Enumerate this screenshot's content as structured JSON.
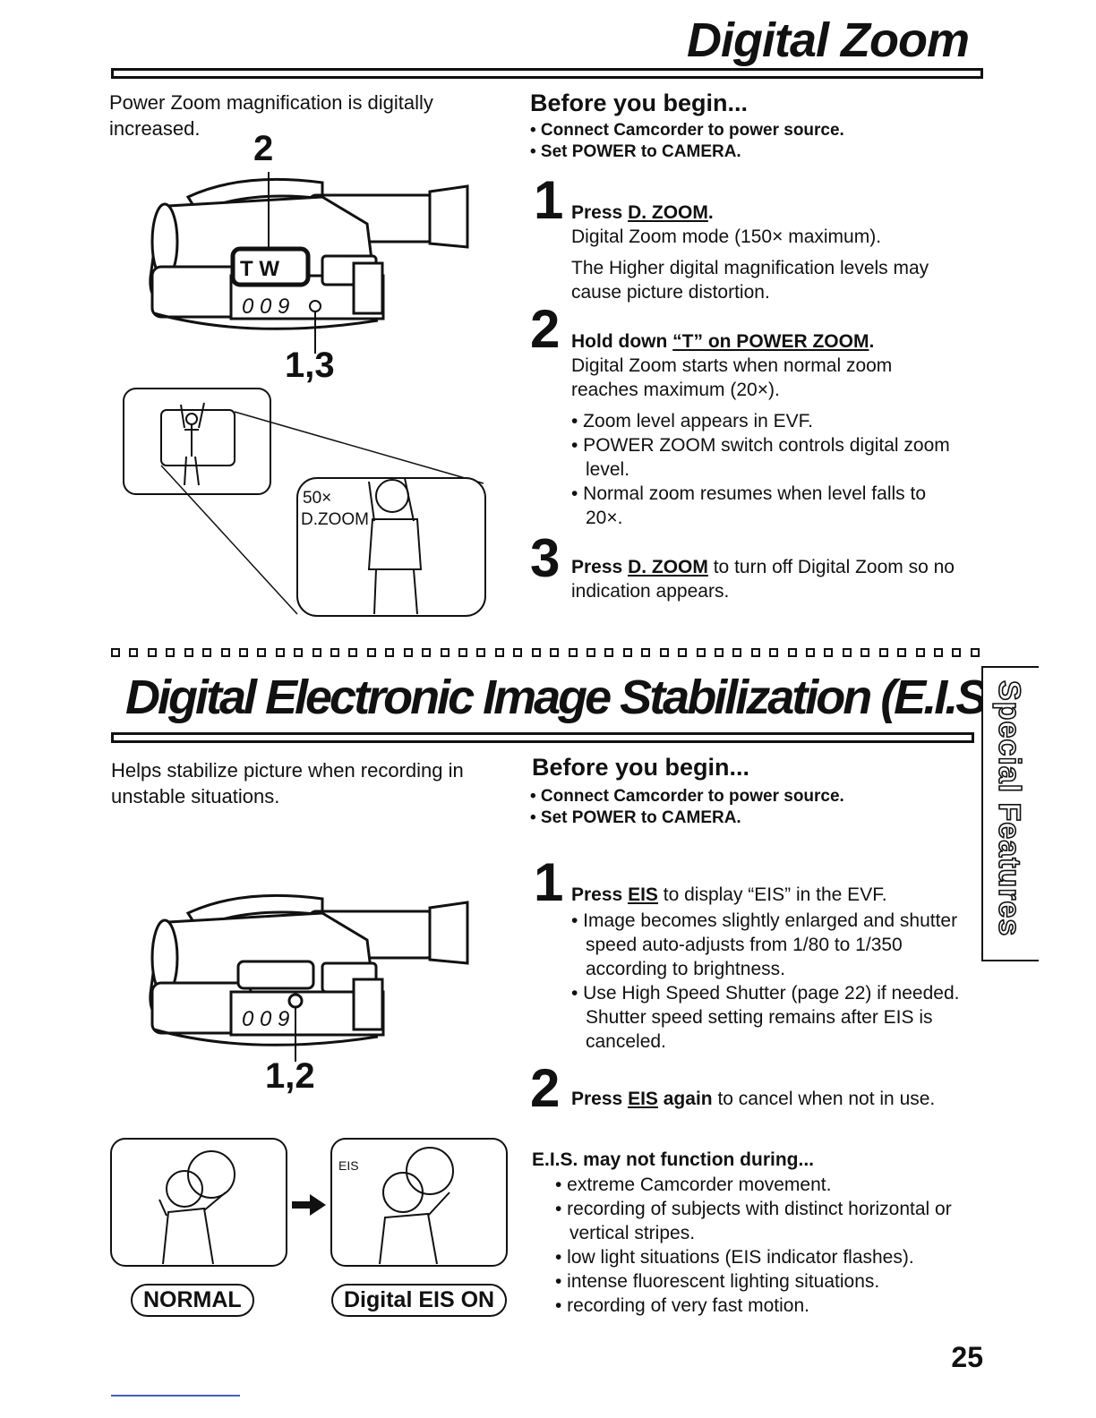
{
  "zoom": {
    "title": "Digital Zoom",
    "intro": "Power Zoom magnification is digitally increased.",
    "before_heading": "Before you begin...",
    "prereqs": [
      "• Connect Camcorder to power source.",
      "• Set POWER to CAMERA."
    ],
    "callout_top": "2",
    "callout_bottom": "1,3",
    "tw_label": "T W",
    "evf_level": "50×",
    "evf_mode": "D.ZOOM",
    "step1": {
      "num": "1",
      "lead_pre": "Press ",
      "lead_key": "D. ZOOM",
      "lead_post": ".",
      "line1": "Digital Zoom mode (150× maximum).",
      "line2": "The Higher digital magnification levels may cause picture distortion."
    },
    "step2": {
      "num": "2",
      "lead_pre": "Hold down ",
      "lead_key": "“T” on POWER ZOOM",
      "lead_post": ".",
      "line1": "Digital Zoom starts when normal zoom reaches maximum (20×).",
      "bullets": [
        "• Zoom level appears in EVF.",
        "• POWER ZOOM switch controls digital zoom level.",
        "• Normal zoom resumes when level falls to 20×."
      ]
    },
    "step3": {
      "num": "3",
      "lead_pre": "Press ",
      "lead_key": "D. ZOOM",
      "rest": " to turn off Digital Zoom so no indication appears."
    }
  },
  "eis": {
    "title": "Digital Electronic Image Stabilization (E.I.S.)",
    "intro": "Helps stabilize picture when recording in unstable situations.",
    "before_heading": "Before you begin...",
    "prereqs": [
      "• Connect Camcorder to power source.",
      "• Set POWER to CAMERA."
    ],
    "callout": "1,2",
    "evf_indicator": "EIS",
    "normal_label": "NORMAL",
    "on_label": "Digital EIS ON",
    "step1": {
      "num": "1",
      "lead_pre": "Press ",
      "lead_key": "EIS",
      "rest": " to display “EIS” in the EVF.",
      "bullets": [
        "• Image becomes slightly enlarged and shutter speed auto-adjusts from 1/80 to 1/350 according to brightness.",
        "• Use High Speed Shutter (page 22) if needed. Shutter speed setting remains after EIS is canceled."
      ]
    },
    "step2": {
      "num": "2",
      "lead_pre": "Press ",
      "lead_key": "EIS",
      "lead_post": " again",
      "rest": " to cancel when not in use."
    },
    "may_not_heading": "E.I.S. may not function during...",
    "may_not_items": [
      "• extreme Camcorder movement.",
      "• recording of subjects with distinct horizontal or vertical stripes.",
      "• low light situations (EIS indicator flashes).",
      "• intense fluorescent lighting situations.",
      "• recording of very fast motion."
    ]
  },
  "side_tab": "Special Features",
  "page_number": "25"
}
